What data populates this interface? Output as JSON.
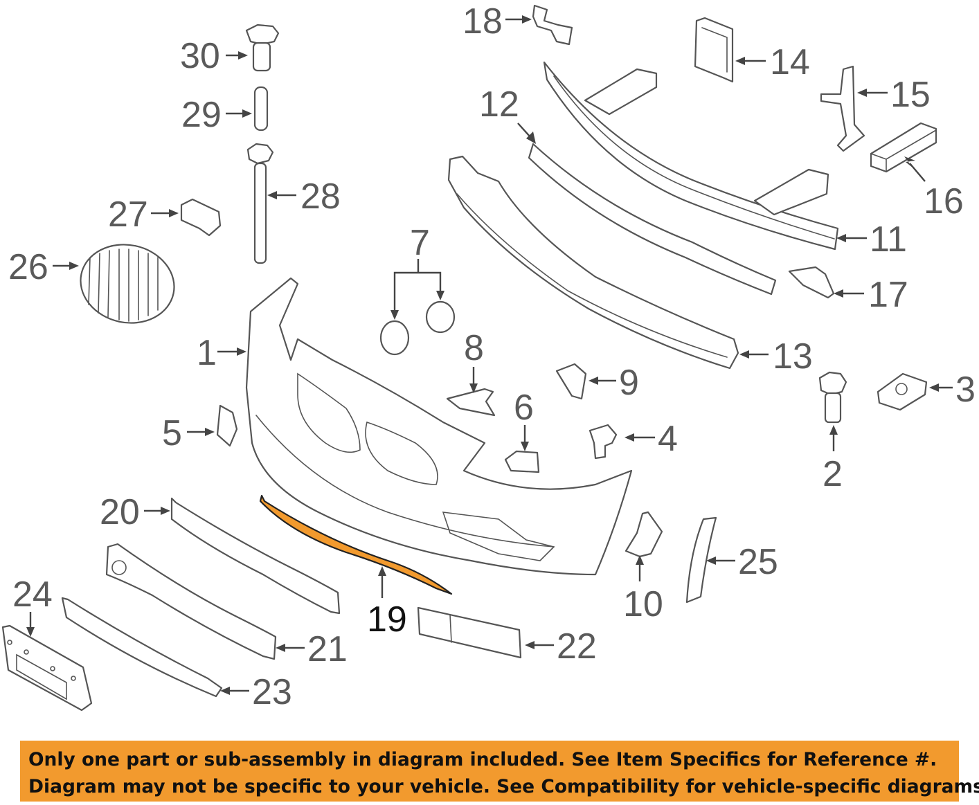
{
  "diagram": {
    "highlighted_part": "19",
    "highlight_color": "#f29a2e",
    "callouts": [
      "1",
      "2",
      "3",
      "4",
      "5",
      "6",
      "7",
      "8",
      "9",
      "10",
      "11",
      "12",
      "13",
      "14",
      "15",
      "16",
      "17",
      "18",
      "19",
      "20",
      "21",
      "22",
      "23",
      "24",
      "25",
      "26",
      "27",
      "28",
      "29",
      "30"
    ]
  },
  "disclaimer": {
    "line1": "Only one part or sub-assembly in diagram included. See Item Specifics for Reference #.",
    "line2": "Diagram may not be specific to your vehicle. See Compatibility for vehicle-specific diagrams.",
    "background": "#f29a2e"
  }
}
